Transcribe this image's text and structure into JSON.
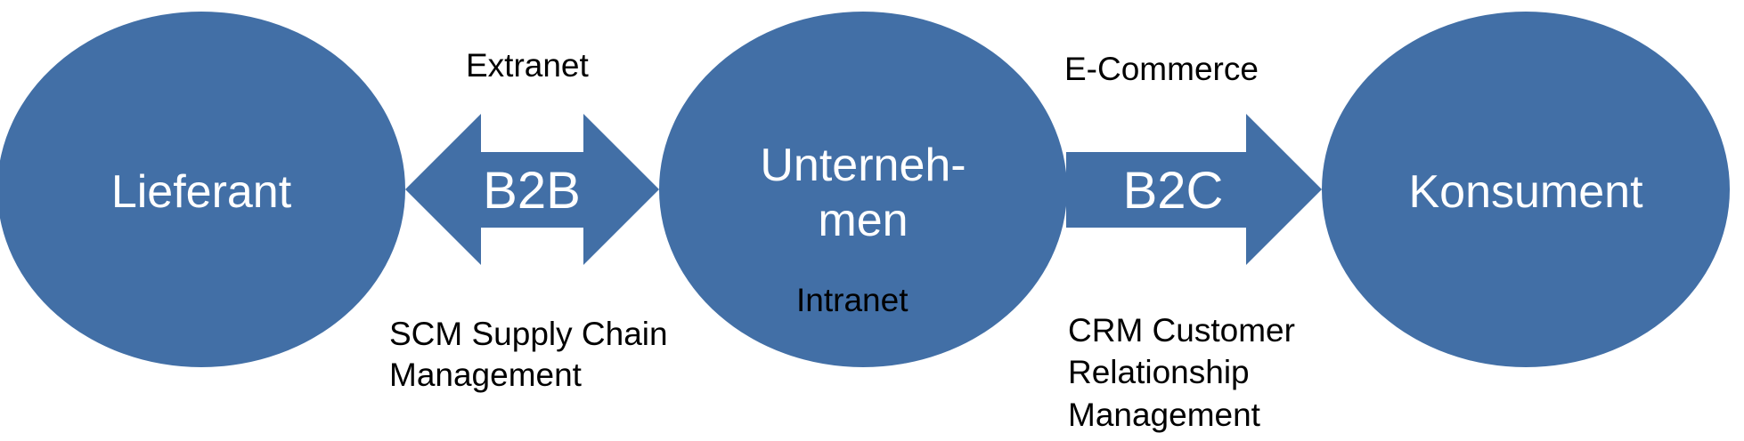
{
  "colors": {
    "shape_fill": "#426FA6",
    "shape_text": "#FFFFFF",
    "caption_text": "#000000"
  },
  "nodes": {
    "supplier": "Lieferant",
    "company_line1": "Unterneh-",
    "company_line2": "men",
    "consumer": "Konsument"
  },
  "arrows": {
    "b2b": "B2B",
    "b2c": "B2C"
  },
  "captions": {
    "extranet": "Extranet",
    "ecommerce": "E-Commerce",
    "intranet": "Intranet",
    "scm_line1": "SCM Supply Chain",
    "scm_line2": "Management",
    "crm_line1": "CRM Customer",
    "crm_line2": "Relationship",
    "crm_line3": "Management"
  }
}
